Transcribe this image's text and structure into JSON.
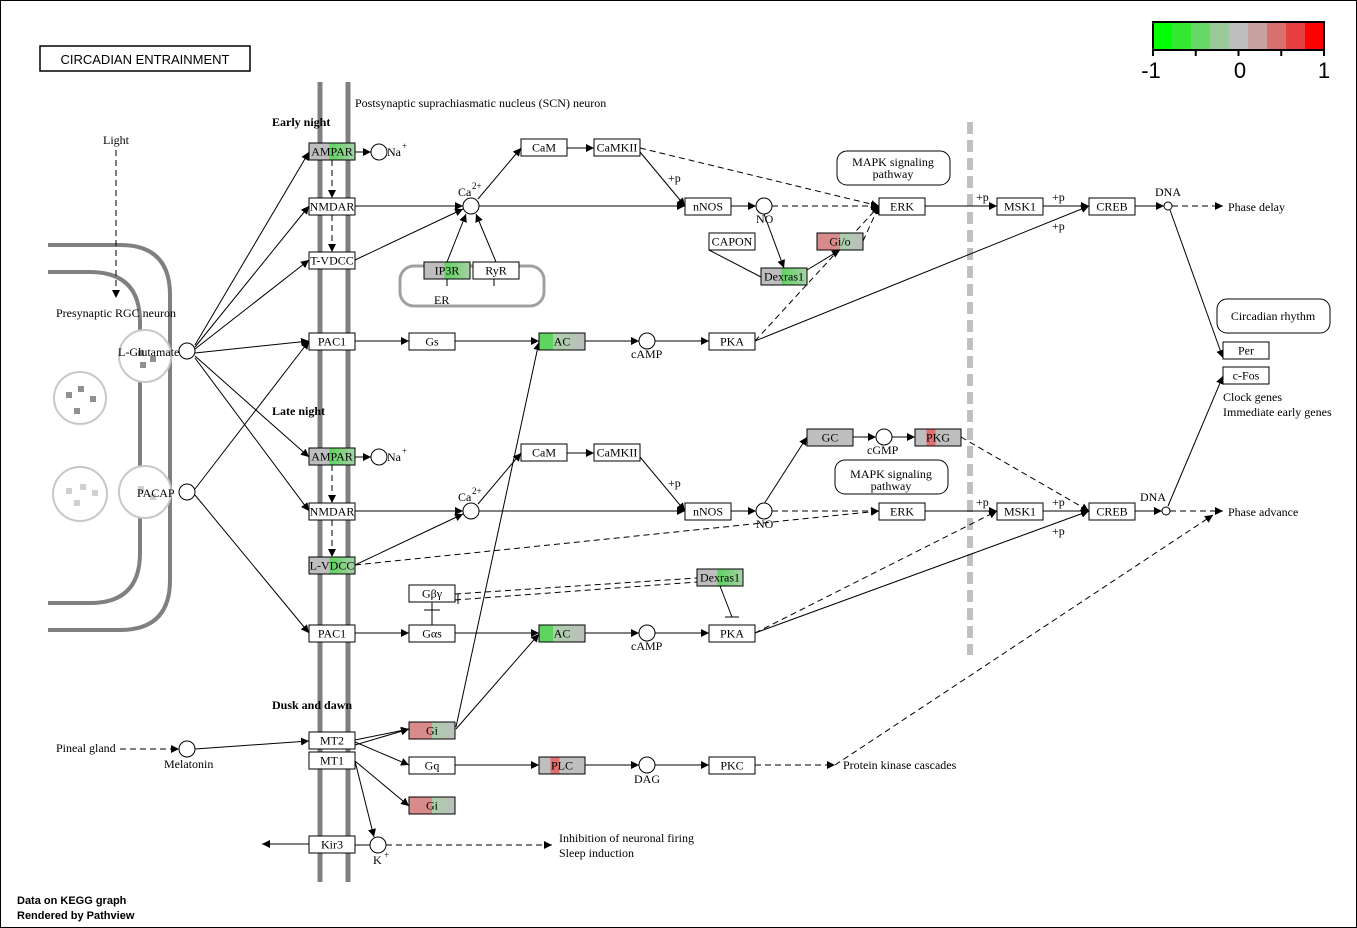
{
  "title": "CIRCADIAN ENTRAINMENT",
  "legend": {
    "min_label": "-1",
    "mid_label": "0",
    "max_label": "1",
    "colors": [
      "#00ff00",
      "#33e833",
      "#66d866",
      "#99c899",
      "#bebebe",
      "#c8a0a0",
      "#d87070",
      "#e84040",
      "#ff0000"
    ]
  },
  "footer": {
    "line1": "Data on KEGG graph",
    "line2": "Rendered by  Pathview"
  },
  "colors": {
    "green": "#5fd35f",
    "grey": "#bebebe",
    "red": "#d88b8b",
    "line": "#000000",
    "membrane": "#808080"
  },
  "labels": {
    "light": "Light",
    "presynaptic": "Presynaptic RGC neuron",
    "postsynaptic": "Postsynaptic suprachiasmatic nucleus (SCN) neuron",
    "early_night": "Early night",
    "late_night": "Late night",
    "dusk_dawn": "Dusk and dawn",
    "l_glutamate": "L-Glutamate",
    "pacap": "PACAP",
    "pineal": "Pineal gland",
    "melatonin": "Melatonin",
    "na": "Na",
    "plus": "+",
    "ca": "Ca",
    "ca_charge": "2+",
    "er": "ER",
    "camp": "cAMP",
    "no": "NO",
    "cgmp": "cGMP",
    "dag": "DAG",
    "k": "K",
    "plus_p": "+p",
    "dna": "DNA",
    "phase_delay": "Phase delay",
    "phase_advance": "Phase advance",
    "circadian_rhythm": "Circadian rhythm",
    "mapk1_line1": "MAPK signaling",
    "mapk1_line2": "pathway",
    "clock_genes": "Clock genes",
    "immediate_genes": "Immediate early genes",
    "protein_kinase": "Protein kinase cascades",
    "inhibition": "Inhibition of neuronal firing",
    "sleep": "Sleep induction"
  },
  "genes": {
    "ampar1": "AMPAR",
    "nmdar1": "NMDAR",
    "tvdcc": "T-VDCC",
    "cam1": "CaM",
    "camkii1": "CaMKII",
    "nnos1": "nNOS",
    "capon": "CAPON",
    "dexras1a": "Dexras1",
    "gio": "Gi/o",
    "ip3r": "IP3R",
    "ryr": "RyR",
    "erk1": "ERK",
    "msk1a": "MSK1",
    "creb1": "CREB",
    "pac1a": "PAC1",
    "gs1": "Gs",
    "ac1": "AC",
    "pka1": "PKA",
    "ampar2": "AMPAR",
    "nmdar2": "NMDAR",
    "lvdcc": "L-VDCC",
    "cam2": "CaM",
    "camkii2": "CaMKII",
    "nnos2": "nNOS",
    "gc": "GC",
    "pkg": "PKG",
    "erk2": "ERK",
    "msk1b": "MSK1",
    "creb2": "CREB",
    "gby": "Gβγ",
    "dexras1b": "Dexras1",
    "pac1b": "PAC1",
    "gas": "Gαs",
    "ac2": "AC",
    "pka2": "PKA",
    "mt2": "MT2",
    "mt1": "MT1",
    "gi1": "Gi",
    "gq": "Gq",
    "plc": "PLC",
    "pkc": "PKC",
    "gi2": "Gi",
    "kir3": "Kir3",
    "per": "Per",
    "cfos": "c-Fos"
  }
}
